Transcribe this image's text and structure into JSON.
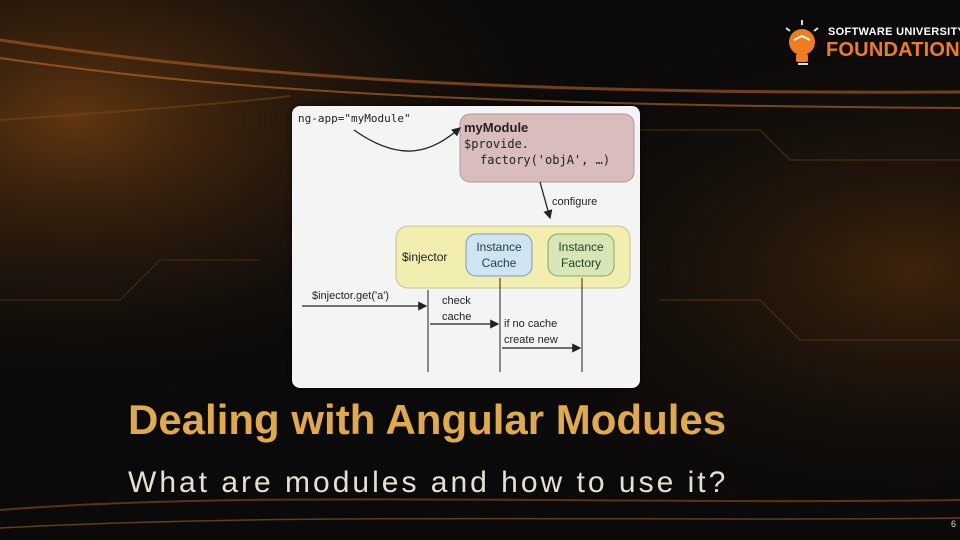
{
  "logo": {
    "line1": "SOFTWARE UNIVERSITY",
    "line2": "FOUNDATION"
  },
  "diagram": {
    "ng_app": "ng-app=\"myModule\"",
    "module_name": "myModule",
    "provide_line1": "$provide.",
    "provide_line2": "factory('objA', …)",
    "configure": "configure",
    "injector": "$injector",
    "instance_cache": [
      "Instance",
      "Cache"
    ],
    "instance_factory": [
      "Instance",
      "Factory"
    ],
    "injector_get": "$injector.get('a')",
    "check_cache": [
      "check",
      "cache"
    ],
    "if_no_cache": "if no cache",
    "create_new": "create new"
  },
  "title": "Dealing with Angular Modules",
  "subtitle": "What are modules and how to use it?",
  "slide_number": "6",
  "colors": {
    "title": "#e0a94a",
    "accent": "#f07c20",
    "module_box": "#d9bcbc",
    "injector_box": "#f2eeb0",
    "cache_box": "#cfe3f2",
    "factory_box": "#d6e6b4"
  }
}
